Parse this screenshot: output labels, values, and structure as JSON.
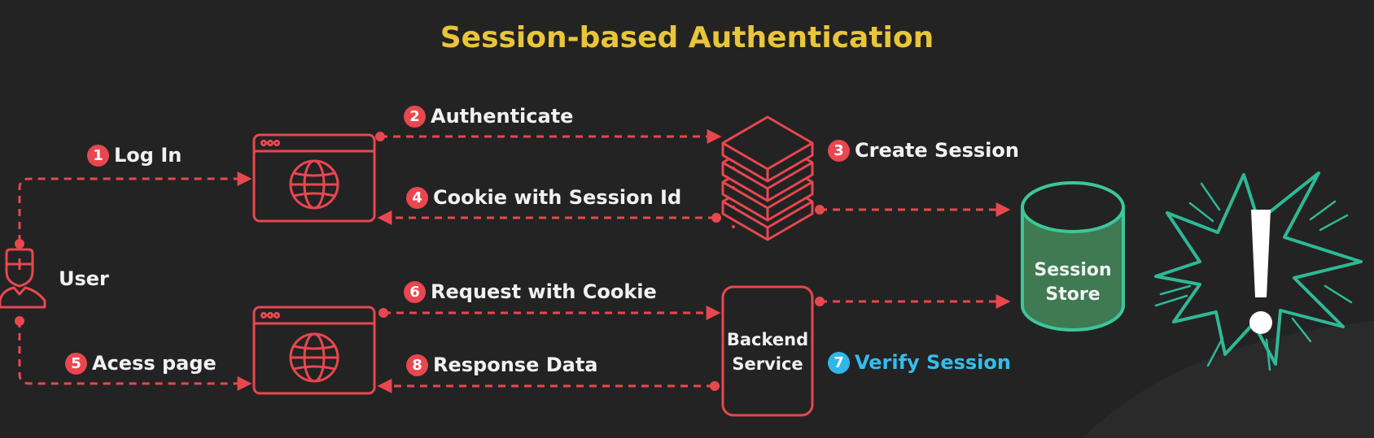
{
  "title": "Session-based Authentication",
  "user_label": "User",
  "steps": {
    "login": {
      "num": "1",
      "text": "Log In"
    },
    "authenticate": {
      "num": "2",
      "text": "Authenticate"
    },
    "create_session": {
      "num": "3",
      "text": "Create Session"
    },
    "cookie": {
      "num": "4",
      "text": "Cookie with Session Id"
    },
    "access": {
      "num": "5",
      "text": "Acess page"
    },
    "request": {
      "num": "6",
      "text": "Request with Cookie"
    },
    "verify": {
      "num": "7",
      "text": "Verify Session"
    },
    "response": {
      "num": "8",
      "text": "Response Data"
    }
  },
  "backend": {
    "line1": "Backend",
    "line2": "Service"
  },
  "store": {
    "line1": "Session",
    "line2": "Store"
  },
  "colors": {
    "background": "#232323",
    "line": "#e8474f",
    "title": "#e9c53a",
    "store_fill": "#3f7a52",
    "store_stroke": "#3cc79a",
    "burst": "#2fb896",
    "verify": "#33bdee"
  }
}
